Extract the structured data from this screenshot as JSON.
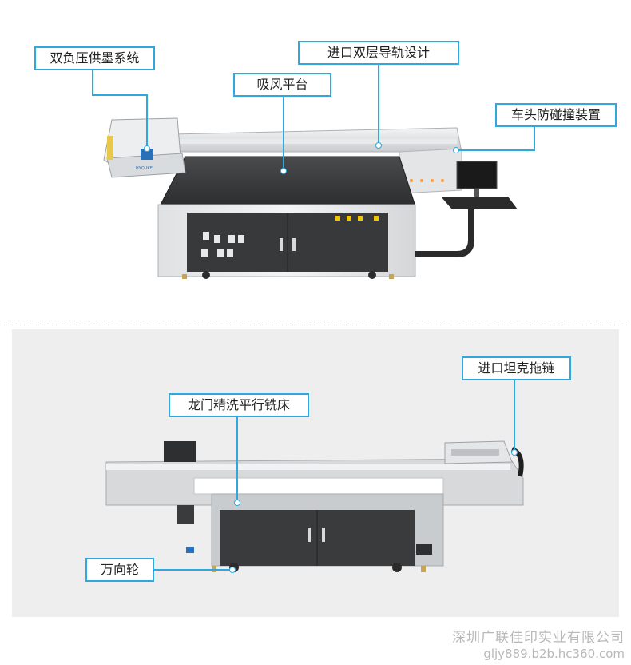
{
  "top_panel": {
    "callouts": {
      "ink_system": "双负压供墨系统",
      "guide_rail": "进口双层导轨设计",
      "suction_platform": "吸风平台",
      "anti_collision": "车头防碰撞装置"
    },
    "printhead_brand": "HYQUKE"
  },
  "bottom_panel": {
    "callouts": {
      "gantry_bed": "龙门精洗平行铣床",
      "drag_chain": "进口坦克拖链",
      "caster_wheel": "万向轮"
    }
  },
  "watermark": {
    "company": "深圳广联佳印实业有限公司",
    "url": "gljy889.b2b.hc360.com"
  },
  "colors": {
    "accent": "#2fa8e0",
    "cabinet": "#3a3b3d",
    "frame": "#c9cbcd",
    "bottom_bg": "#eeeeee"
  }
}
